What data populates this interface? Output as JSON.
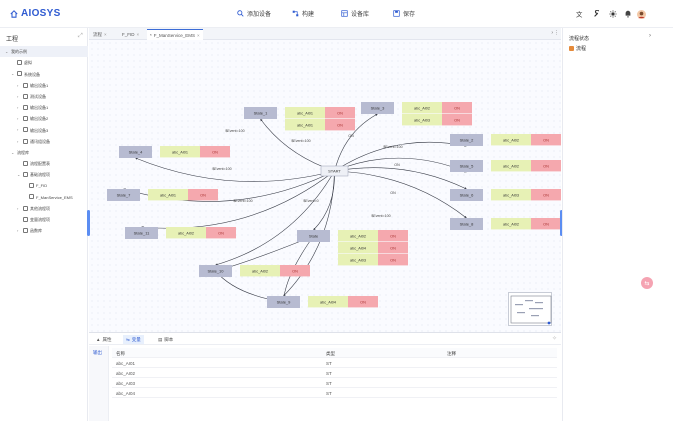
{
  "app": {
    "name": "AIOSYS",
    "brand_color": "#2f5bd1"
  },
  "topnav": [
    {
      "label": "添加设备",
      "icon": "search-icon"
    },
    {
      "label": "构建",
      "icon": "build-icon"
    },
    {
      "label": "设备库",
      "icon": "library-icon"
    },
    {
      "label": "保存",
      "icon": "save-icon"
    }
  ],
  "topright_icons": [
    "translate-icon",
    "wrench-icon",
    "sun-icon",
    "bell-icon",
    "avatar-icon"
  ],
  "left": {
    "title": "工程",
    "tree": [
      {
        "label": "我的示例",
        "indent": 0,
        "arrow": "down",
        "selected": true
      },
      {
        "label": "虚拟",
        "indent": 1,
        "icon": true
      },
      {
        "label": "系统设备",
        "indent": 1,
        "arrow": "down",
        "icon": true
      },
      {
        "label": "输出设备1",
        "indent": 2,
        "arrow": "right",
        "icon": true
      },
      {
        "label": "测试设备",
        "indent": 2,
        "arrow": "right",
        "icon": true
      },
      {
        "label": "输出设备1",
        "indent": 2,
        "arrow": "right",
        "icon": true
      },
      {
        "label": "输出设备2",
        "indent": 2,
        "arrow": "right",
        "icon": true
      },
      {
        "label": "输出设备3",
        "indent": 2,
        "arrow": "right",
        "icon": true
      },
      {
        "label": "通讯组设备",
        "indent": 2,
        "arrow": "right",
        "icon": true
      },
      {
        "label": "流程库",
        "indent": 1,
        "arrow": "down"
      },
      {
        "label": "流程配置表",
        "indent": 2,
        "icon": true
      },
      {
        "label": "基础流程项",
        "indent": 2,
        "arrow": "down",
        "icon": true
      },
      {
        "label": "F_FID",
        "indent": 3,
        "icon": true
      },
      {
        "label": "F_ManService_EMS",
        "indent": 3,
        "icon": true
      },
      {
        "label": "其他流程项",
        "indent": 2,
        "arrow": "right",
        "icon": true
      },
      {
        "label": "变量流程项",
        "indent": 2,
        "icon": true
      },
      {
        "label": "函数库",
        "indent": 2,
        "arrow": "right",
        "icon": true
      }
    ]
  },
  "tabs": [
    {
      "label": "流程",
      "active": false
    },
    {
      "label": "F_FID",
      "active": false
    },
    {
      "label": "F_ManService_EMS",
      "active": true,
      "modified": true
    }
  ],
  "graph": {
    "start": {
      "label": "START"
    },
    "nodes": [
      {
        "id": "n1",
        "label": "State_1",
        "rows": [
          {
            "var": "abc_AI01",
            "val": "ON"
          },
          {
            "var": "abc_AI01",
            "val": "ON"
          }
        ]
      },
      {
        "id": "n2",
        "label": "State_2",
        "rows": [
          {
            "var": "abc_AI02",
            "val": "ON"
          }
        ]
      },
      {
        "id": "n3",
        "label": "State_3",
        "rows": [
          {
            "var": "abc_AI02",
            "val": "ON"
          },
          {
            "var": "abc_AI03",
            "val": "ON"
          }
        ]
      },
      {
        "id": "n4",
        "label": "State_4",
        "rows": [
          {
            "var": "abc_AI01",
            "val": "ON"
          }
        ]
      },
      {
        "id": "n5",
        "label": "State_5",
        "rows": [
          {
            "var": "abc_AI02",
            "val": "ON"
          }
        ]
      },
      {
        "id": "n6",
        "label": "State_6",
        "rows": [
          {
            "var": "abc_AI03",
            "val": "ON"
          }
        ]
      },
      {
        "id": "n7",
        "label": "State_7",
        "rows": [
          {
            "var": "abc_AI01",
            "val": "ON"
          }
        ]
      },
      {
        "id": "n8",
        "label": "State_8",
        "rows": [
          {
            "var": "abc_AI02",
            "val": "ON"
          }
        ]
      },
      {
        "id": "n9",
        "label": "State_9",
        "rows": [
          {
            "var": "abc_AI04",
            "val": "ON"
          }
        ]
      },
      {
        "id": "n10",
        "label": "State_10",
        "rows": [
          {
            "var": "abc_AI02",
            "val": "ON"
          }
        ]
      },
      {
        "id": "n11",
        "label": "State_11",
        "rows": [
          {
            "var": "abc_AI02",
            "val": "ON"
          }
        ]
      },
      {
        "id": "n12",
        "label": "State",
        "rows": [
          {
            "var": "abc_AI02",
            "val": "ON"
          },
          {
            "var": "abc_AI04",
            "val": "ON"
          },
          {
            "var": "abc_AI03",
            "val": "ON"
          }
        ]
      }
    ],
    "edge_labels": [
      "$Event=100",
      "$Event=100",
      "$Event=100",
      "$Event=100",
      "$Event=0",
      "ON",
      "$Event=100",
      "ON",
      "ON",
      "$Event=100"
    ],
    "colors": {
      "state": "#b7bbd1",
      "var": "#e7f1b5",
      "val": "#f5a8ae",
      "edge": "#3b3f4a",
      "start": "#eef0f6"
    }
  },
  "bottom": {
    "tabs": [
      {
        "label": "属性",
        "active": false,
        "icon": "property-icon"
      },
      {
        "label": "变量",
        "active": true,
        "icon": "variable-icon"
      },
      {
        "label": "脚本",
        "active": false,
        "icon": "script-icon"
      }
    ],
    "sub_label": "输出",
    "columns": [
      "名称",
      "类型",
      "注释"
    ],
    "rows": [
      [
        "abc_AI01",
        "ST",
        ""
      ],
      [
        "abc_AI02",
        "ST",
        ""
      ],
      [
        "abc_AI03",
        "ST",
        ""
      ],
      [
        "abc_AI04",
        "ST",
        ""
      ]
    ]
  },
  "right": {
    "title": "流程状态",
    "sub": "流程"
  }
}
